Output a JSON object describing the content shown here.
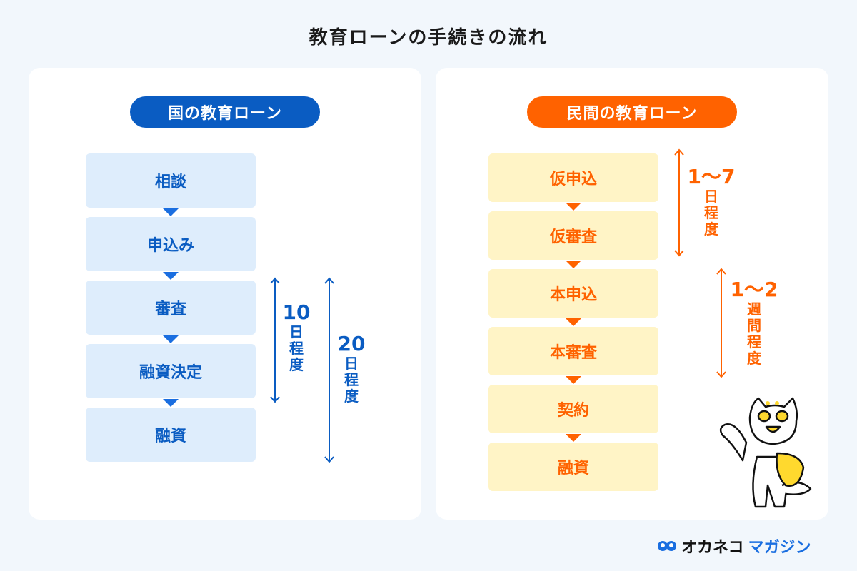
{
  "title": "教育ローンの手続きの流れ",
  "left": {
    "heading": "国の教育ローン",
    "color": "#0a5cc2",
    "steps": [
      "相談",
      "申込み",
      "審査",
      "融資決定",
      "融資"
    ],
    "spans": [
      {
        "num": "10",
        "unit": [
          "日",
          "程",
          "度"
        ]
      },
      {
        "num": "20",
        "unit": [
          "日",
          "程",
          "度"
        ]
      }
    ]
  },
  "right": {
    "heading": "民間の教育ローン",
    "color": "#ff6200",
    "steps": [
      "仮申込",
      "仮審査",
      "本申込",
      "本審査",
      "契約",
      "融資"
    ],
    "spans": [
      {
        "num": "1〜7",
        "unit": [
          "日",
          "程",
          "度"
        ]
      },
      {
        "num": "1〜2",
        "unit": [
          "週",
          "間",
          "程",
          "度"
        ]
      }
    ]
  },
  "logo": {
    "part1": "オカネコ",
    "part2": "マガジン"
  }
}
